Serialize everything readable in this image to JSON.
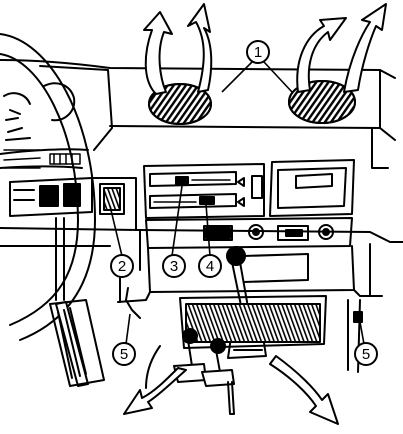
{
  "figure": {
    "callouts": [
      {
        "label": "1",
        "meaning": ""
      },
      {
        "label": "2",
        "meaning": ""
      },
      {
        "label": "3",
        "meaning": ""
      },
      {
        "label": "4",
        "meaning": ""
      },
      {
        "label": "5",
        "meaning": ""
      },
      {
        "label": "5",
        "meaning": ""
      }
    ]
  }
}
